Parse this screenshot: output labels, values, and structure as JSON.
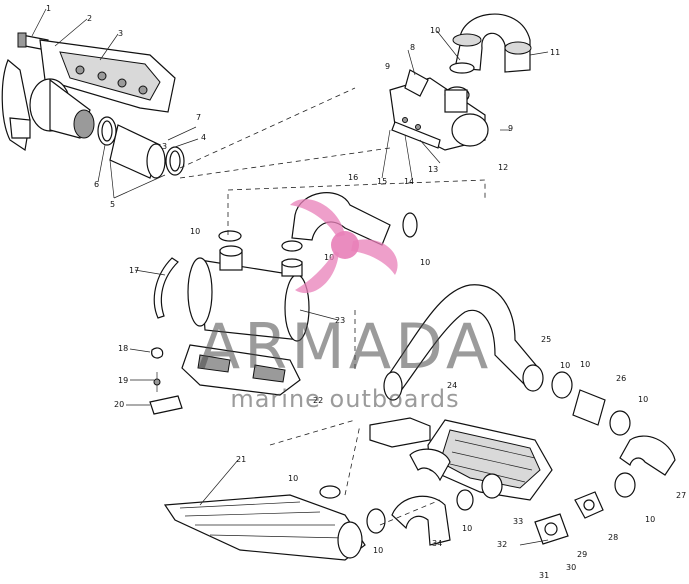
{
  "callouts": {
    "c1": "1",
    "c2": "2",
    "c3": "3",
    "c3b": "3",
    "c4": "4",
    "c5": "5",
    "c6": "6",
    "c7": "7",
    "c8": "8",
    "c9a": "9",
    "c9b": "9",
    "c10a": "10",
    "c10b": "10",
    "c10c": "10",
    "c10d": "10",
    "c10e": "10",
    "c10f": "10",
    "c10g": "10",
    "c10h": "10",
    "c10i": "10",
    "c10j": "10",
    "c10k": "10",
    "c11": "11",
    "c12": "12",
    "c13": "13",
    "c14": "14",
    "c15": "15",
    "c16": "16",
    "c17": "17",
    "c18": "18",
    "c19": "19",
    "c20": "20",
    "c21": "21",
    "c22": "22",
    "c23": "23",
    "c24": "24",
    "c25": "25",
    "c26": "26",
    "c27": "27",
    "c28": "28",
    "c29": "29",
    "c30": "30",
    "c31": "31",
    "c32": "32",
    "c33": "33",
    "c34": "34"
  },
  "watermark": {
    "brand": "ARMADA",
    "tagline": "marine outboards",
    "brand_color": "#e87fb8"
  }
}
